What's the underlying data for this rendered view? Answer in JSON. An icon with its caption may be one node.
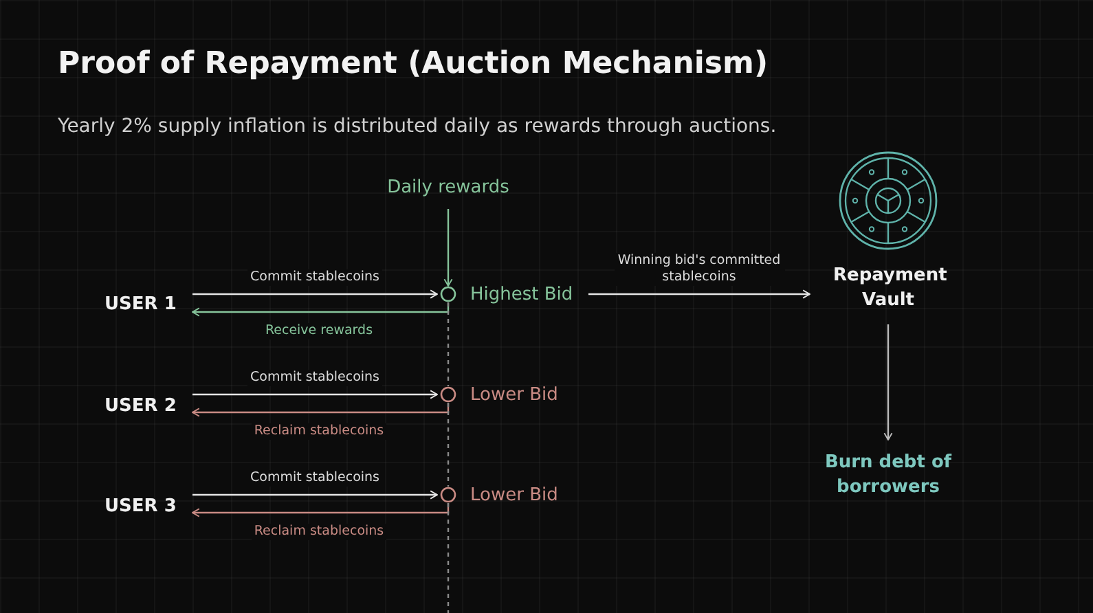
{
  "diagram": {
    "title": "Proof of Repayment (Auction Mechanism)",
    "nodes": [
      {
        "text": [
          "Daily rewards"
        ]
      },
      {
        "text": [
          "USER 1"
        ]
      },
      {
        "text": [],
        "shape": "circle",
        "beside": [
          "Highest Bid"
        ]
      },
      {
        "text": [
          "USER 2"
        ]
      },
      {
        "text": [],
        "shape": "circle",
        "beside": [
          "Lower Bid"
        ]
      },
      {
        "text": [
          "USER 3"
        ]
      },
      {
        "text": [],
        "shape": "circle",
        "beside": [
          "Lower Bid"
        ]
      },
      {
        "text": [
          "Repayment Vault"
        ]
      },
      {
        "text": [
          "Burn debt of borrowers"
        ]
      }
    ],
    "edges": [
      {
        "from": 0,
        "to": 2,
        "arrow": "to",
        "color": "#86c49b"
      },
      {
        "from": 1,
        "to": 2,
        "arrow": "to",
        "label": "Commit stablecoins"
      },
      {
        "from": 2,
        "to": 1,
        "arrow": "to",
        "label": "Receive rewards",
        "color": "#86c49b"
      },
      {
        "from": 2,
        "to": 7,
        "arrow": "to",
        "label": "Winning bid's committed stablecoins"
      },
      {
        "from": 3,
        "to": 4,
        "arrow": "to",
        "label": "Commit stablecoins"
      },
      {
        "from": 4,
        "to": 3,
        "arrow": "to",
        "label": "Reclaim stablecoins",
        "color": "#c98b84"
      },
      {
        "from": 5,
        "to": 6,
        "arrow": "to",
        "label": "Commit stablecoins"
      },
      {
        "from": 6,
        "to": 5,
        "arrow": "to",
        "label": "Reclaim stablecoins",
        "color": "#c98b84"
      },
      {
        "from": 2,
        "to": 4,
        "arrow": "none",
        "style": "dashed",
        "color": "#8a8a8a"
      },
      {
        "from": 4,
        "to": 6,
        "arrow": "none",
        "style": "dashed",
        "color": "#8a8a8a"
      },
      {
        "from": 7,
        "to": 8,
        "arrow": "to",
        "color": "#bdbdbd"
      }
    ],
    "labels": [
      "Yearly 2% supply inflation is distributed daily as rewards through auctions."
    ]
  }
}
